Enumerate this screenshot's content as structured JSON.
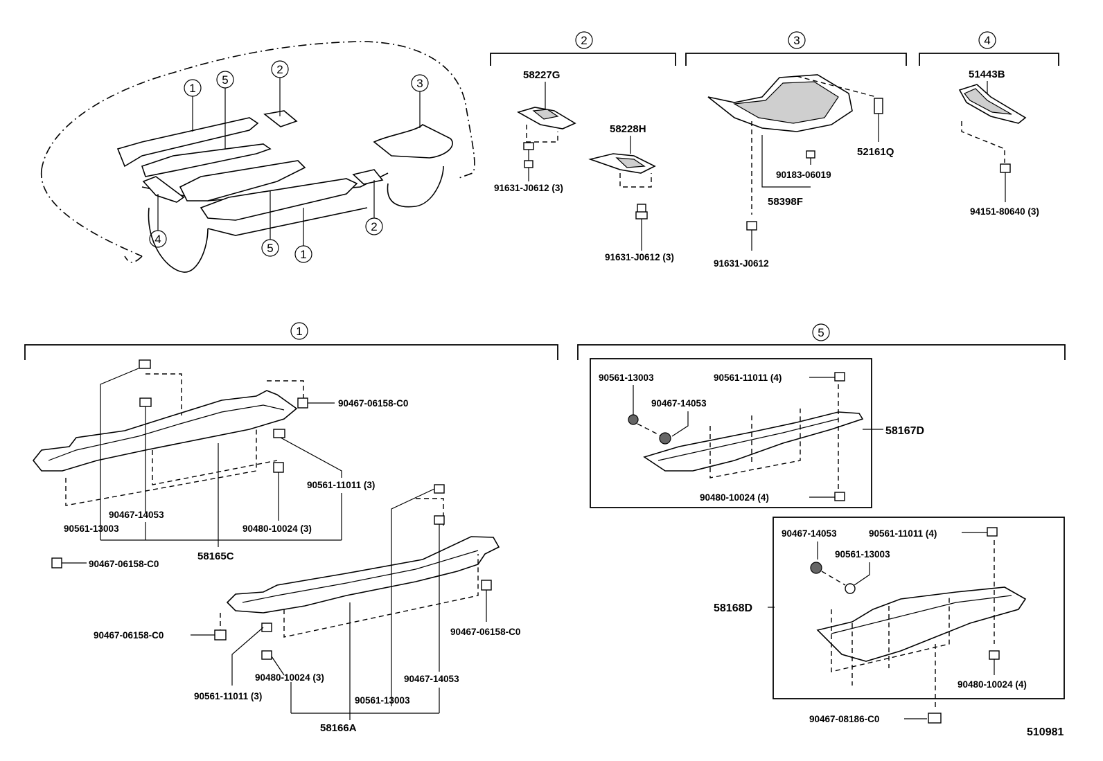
{
  "overview": {
    "callouts": [
      "1",
      "5",
      "2",
      "3",
      "4",
      "2",
      "5",
      "1"
    ]
  },
  "group2": {
    "index": "2",
    "part_a": "58227G",
    "part_b": "58228H",
    "screw_a": "91631-J0612 (3)",
    "screw_b": "91631-J0612 (3)"
  },
  "group3": {
    "index": "3",
    "clip": "52161Q",
    "nut": "90183-06019",
    "cover": "58398F",
    "screw": "91631-J0612"
  },
  "group4": {
    "index": "4",
    "part": "51443B",
    "nut": "94151-80640 (3)"
  },
  "group1": {
    "index": "1",
    "upper_clip_right": "90467-06158-C0",
    "upper_grommet": "90561-11011 (3)",
    "upper_clip_mid": "90467-14053",
    "upper_screw": "90480-10024 (3)",
    "upper_bolt_left": "90561-13003",
    "upper_cover": "58165C",
    "upper_clip_bottom": "90467-06158-C0",
    "lower_clip_right": "90467-06158-C0",
    "lower_clip_left": "90467-06158-C0",
    "lower_clip_mid": "90467-14053",
    "lower_screw": "90480-10024 (3)",
    "lower_grommet": "90561-11011 (3)",
    "lower_bolt": "90561-13003",
    "lower_cover": "58166A"
  },
  "group5": {
    "index": "5",
    "a_bolt": "90561-13003",
    "a_grommet": "90561-11011 (4)",
    "a_clip": "90467-14053",
    "a_cover": "58167D",
    "a_screw": "90480-10024 (4)",
    "b_clip": "90467-14053",
    "b_grommet": "90561-11011 (4)",
    "b_bolt": "90561-13003",
    "b_cover": "58168D",
    "b_screw": "90480-10024 (4)",
    "b_clip_bottom": "90467-08186-C0"
  },
  "illustration_id": "510981"
}
